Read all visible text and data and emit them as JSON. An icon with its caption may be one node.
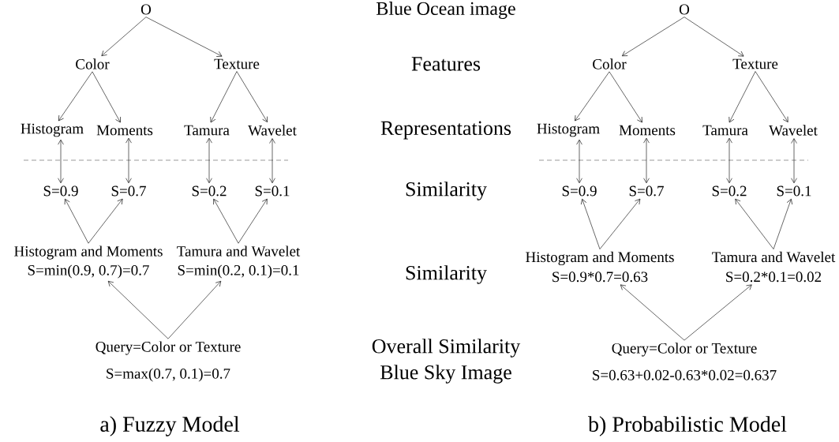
{
  "diagram": {
    "nodes": [
      {
        "text": [
          "O"
        ]
      },
      {
        "text": [
          "Color"
        ]
      },
      {
        "text": [
          "Texture"
        ]
      },
      {
        "text": [
          "Histogram"
        ]
      },
      {
        "text": [
          "Moments"
        ]
      },
      {
        "text": [
          "Tamura"
        ]
      },
      {
        "text": [
          "Wavelet"
        ]
      },
      {
        "text": [
          "S=0.9"
        ]
      },
      {
        "text": [
          "S=0.7"
        ]
      },
      {
        "text": [
          "S=0.2"
        ]
      },
      {
        "text": [
          "S=0.1"
        ]
      },
      {
        "text": [
          "Histogram and Moments",
          "S=min(0.9, 0.7)=0.7"
        ]
      },
      {
        "text": [
          "Tamura and Wavelet",
          "S=min(0.2, 0.1)=0.1"
        ]
      },
      {
        "text": [
          "Query=Color or Texture",
          "S=max(0.7, 0.1)=0.7"
        ]
      },
      {
        "text": [
          "O"
        ]
      },
      {
        "text": [
          "Color"
        ]
      },
      {
        "text": [
          "Texture"
        ]
      },
      {
        "text": [
          "Histogram"
        ]
      },
      {
        "text": [
          "Moments"
        ]
      },
      {
        "text": [
          "Tamura"
        ]
      },
      {
        "text": [
          "Wavelet"
        ]
      },
      {
        "text": [
          "S=0.9"
        ]
      },
      {
        "text": [
          "S=0.7"
        ]
      },
      {
        "text": [
          "S=0.2"
        ]
      },
      {
        "text": [
          "S=0.1"
        ]
      },
      {
        "text": [
          "Histogram and Moments",
          "S=0.9*0.7=0.63"
        ]
      },
      {
        "text": [
          "Tamura and Wavelet",
          "S=0.2*0.1=0.02"
        ]
      },
      {
        "text": [
          "Query=Color or Texture",
          "S=0.63+0.02-0.63*0.02=0.637"
        ]
      }
    ],
    "edges": [
      {
        "from": 0,
        "to": 1,
        "arrow": "to"
      },
      {
        "from": 0,
        "to": 2,
        "arrow": "to"
      },
      {
        "from": 1,
        "to": 3,
        "arrow": "to"
      },
      {
        "from": 1,
        "to": 4,
        "arrow": "to"
      },
      {
        "from": 2,
        "to": 5,
        "arrow": "to"
      },
      {
        "from": 2,
        "to": 6,
        "arrow": "to"
      },
      {
        "from": 3,
        "to": 7,
        "arrow": "both"
      },
      {
        "from": 4,
        "to": 8,
        "arrow": "both"
      },
      {
        "from": 5,
        "to": 9,
        "arrow": "both"
      },
      {
        "from": 6,
        "to": 10,
        "arrow": "both"
      },
      {
        "from": 11,
        "to": 7,
        "arrow": "to"
      },
      {
        "from": 11,
        "to": 8,
        "arrow": "to"
      },
      {
        "from": 12,
        "to": 9,
        "arrow": "to"
      },
      {
        "from": 12,
        "to": 10,
        "arrow": "to"
      },
      {
        "from": 13,
        "to": 11,
        "arrow": "to"
      },
      {
        "from": 13,
        "to": 12,
        "arrow": "to"
      },
      {
        "from": 14,
        "to": 15,
        "arrow": "to"
      },
      {
        "from": 14,
        "to": 16,
        "arrow": "to"
      },
      {
        "from": 15,
        "to": 17,
        "arrow": "to"
      },
      {
        "from": 15,
        "to": 18,
        "arrow": "to"
      },
      {
        "from": 16,
        "to": 19,
        "arrow": "to"
      },
      {
        "from": 16,
        "to": 20,
        "arrow": "to"
      },
      {
        "from": 17,
        "to": 21,
        "arrow": "both"
      },
      {
        "from": 18,
        "to": 22,
        "arrow": "both"
      },
      {
        "from": 19,
        "to": 23,
        "arrow": "both"
      },
      {
        "from": 20,
        "to": 24,
        "arrow": "both"
      },
      {
        "from": 25,
        "to": 21,
        "arrow": "to"
      },
      {
        "from": 25,
        "to": 22,
        "arrow": "to"
      },
      {
        "from": 26,
        "to": 23,
        "arrow": "to"
      },
      {
        "from": 26,
        "to": 24,
        "arrow": "to"
      },
      {
        "from": 27,
        "to": 25,
        "arrow": "to"
      },
      {
        "from": 27,
        "to": 26,
        "arrow": "to"
      }
    ],
    "labels": [
      "Blue Ocean image",
      "Features",
      "Representations",
      "Similarity",
      "Similarity",
      "Overall Similarity",
      "Blue Sky Image",
      "a) Fuzzy Model",
      "b) Probabilistic Model"
    ]
  }
}
